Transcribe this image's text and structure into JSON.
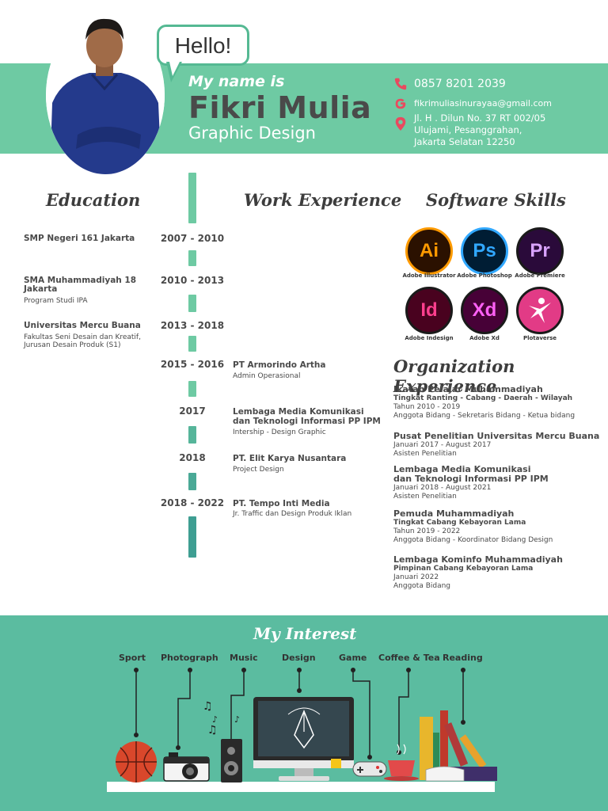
{
  "header": {
    "hello": "Hello!",
    "intro": "My name is",
    "name": "Fikri Mulia",
    "role": "Graphic Design",
    "phone": "0857 8201 2039",
    "email": "fikrimuliasinurayaa@gmail.com",
    "address_lines": [
      "Jl. H . Dilun No. 37 RT 002/05",
      "Ulujami, Pesanggrahan,",
      "Jakarta Selatan 12250"
    ]
  },
  "sections": {
    "education": "Education",
    "work": "Work Experience",
    "software": "Software Skills",
    "organization": "Organization Experience",
    "interest": "My Interest"
  },
  "education": [
    {
      "title": "SMP Negeri 161 Jakarta",
      "sub": "",
      "year": "2007 - 2010"
    },
    {
      "title": "SMA Muhammadiyah 18 Jakarta",
      "sub": "Program Studi IPA",
      "year": "2010 - 2013"
    },
    {
      "title": "Universitas Mercu Buana",
      "sub": "Fakultas Seni Desain dan Kreatif, Jurusan Desain Produk (S1)",
      "year": "2013 - 2018"
    }
  ],
  "work": [
    {
      "year": "2015 - 2016",
      "title": "PT Armorindo Artha",
      "sub": "Admin Operasional"
    },
    {
      "year": "2017",
      "title": "Lembaga Media Komunikasi dan Teknologi Informasi PP IPM",
      "sub": "Intership - Design Graphic"
    },
    {
      "year": "2018",
      "title": "PT. Elit Karya Nusantara",
      "sub": "Project Design"
    },
    {
      "year": "2018 - 2022",
      "title": "PT. Tempo Inti Media",
      "sub": "Jr. Traffic dan Design Produk Iklan"
    }
  ],
  "software": [
    {
      "abbr": "Ai",
      "label": "Adobe Illustrator",
      "bg": "#2b1100",
      "fg": "#ff9a00"
    },
    {
      "abbr": "Ps",
      "label": "Adobe Photoshop",
      "bg": "#001d34",
      "fg": "#31a8ff"
    },
    {
      "abbr": "Pr",
      "label": "Adobe Premiere",
      "bg": "#2a0a3a",
      "fg": "#d9a3ff"
    },
    {
      "abbr": "Id",
      "label": "Adobe Indesign",
      "bg": "#49021f",
      "fg": "#ff3f8e"
    },
    {
      "abbr": "Xd",
      "label": "Adobe Xd",
      "bg": "#470137",
      "fg": "#ff61f6"
    },
    {
      "abbr": "",
      "label": "Plotaverse",
      "bg": "#e23b86",
      "fg": "#ffffff"
    }
  ],
  "organization": [
    {
      "title": "Ikatan Pelajar Muhammadiyah",
      "lines": [
        "Tingkat Ranting - Cabang - Daerah - Wilayah",
        "Tahun 2010 - 2019",
        "Anggota Bidang - Sekretaris Bidang - Ketua bidang"
      ]
    },
    {
      "title": "Pusat Penelitian Universitas Mercu Buana",
      "lines": [
        "Januari 2017 - August 2017",
        "Asisten Penelitian"
      ]
    },
    {
      "title": "Lembaga Media Komunikasi dan Teknologi Informasi PP IPM",
      "lines": [
        "Januari 2018 - August 2021",
        "Asisten Penelitian"
      ]
    },
    {
      "title": "Pemuda Muhammadiyah",
      "lines": [
        "Tingkat Cabang Kebayoran Lama",
        "Tahun 2019 - 2022",
        "Anggota Bidang - Koordinator Bidang Design"
      ]
    },
    {
      "title": "Lembaga Kominfo Muhammadiyah",
      "lines": [
        "Pimpinan Cabang Kebayoran Lama",
        "Januari 2022",
        "Anggota Bidang"
      ]
    }
  ],
  "interests": [
    "Sport",
    "Photograph",
    "Music",
    "Design",
    "Game",
    "Coffee & Tea",
    "Reading"
  ],
  "colors": {
    "accent": "#6ecaa3",
    "interest_bg": "#5bbca0",
    "text": "#4a4a4a",
    "icon": "#e84a5f"
  }
}
